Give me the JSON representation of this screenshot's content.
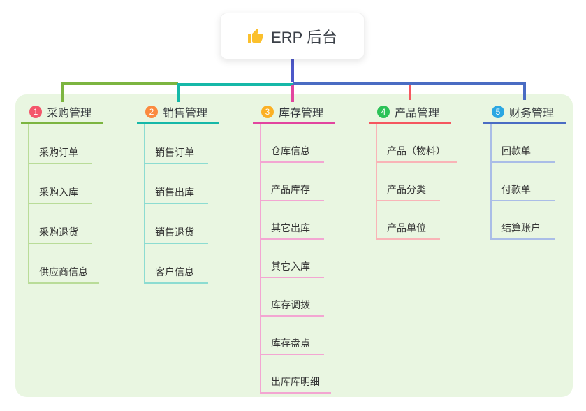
{
  "root": {
    "title": "ERP 后台",
    "icon": "thumbs-up-icon"
  },
  "colors": {
    "stem": "#4d58c9",
    "panel_bg": "#e9f6e1",
    "card_bg": "#ffffff",
    "text": "#333333"
  },
  "branches": [
    {
      "badge": "1",
      "title": "采购管理",
      "color": "#7cb540",
      "light": "#b9dc98",
      "badge_color": "#f4566b",
      "items": [
        "采购订单",
        "采购入库",
        "采购退货",
        "供应商信息"
      ]
    },
    {
      "badge": "2",
      "title": "销售管理",
      "color": "#16b8a8",
      "light": "#8cdcd1",
      "badge_color": "#fb8a3e",
      "items": [
        "销售订单",
        "销售出库",
        "销售退货",
        "客户信息"
      ]
    },
    {
      "badge": "3",
      "title": "库存管理",
      "color": "#e2459f",
      "light": "#f3a6d2",
      "badge_color": "#fbb024",
      "items": [
        "仓库信息",
        "产品库存",
        "其它出库",
        "其它入库",
        "库存调拨",
        "库存盘点",
        "出库库明细"
      ]
    },
    {
      "badge": "4",
      "title": "产品管理",
      "color": "#f5575f",
      "light": "#f9b4b7",
      "badge_color": "#2dc258",
      "items": [
        "产品（物料）",
        "产品分类",
        "产品单位"
      ]
    },
    {
      "badge": "5",
      "title": "财务管理",
      "color": "#4a6cc3",
      "light": "#aabde7",
      "badge_color": "#2ba7e2",
      "items": [
        "回款单",
        "付款单",
        "结算账户"
      ]
    }
  ]
}
